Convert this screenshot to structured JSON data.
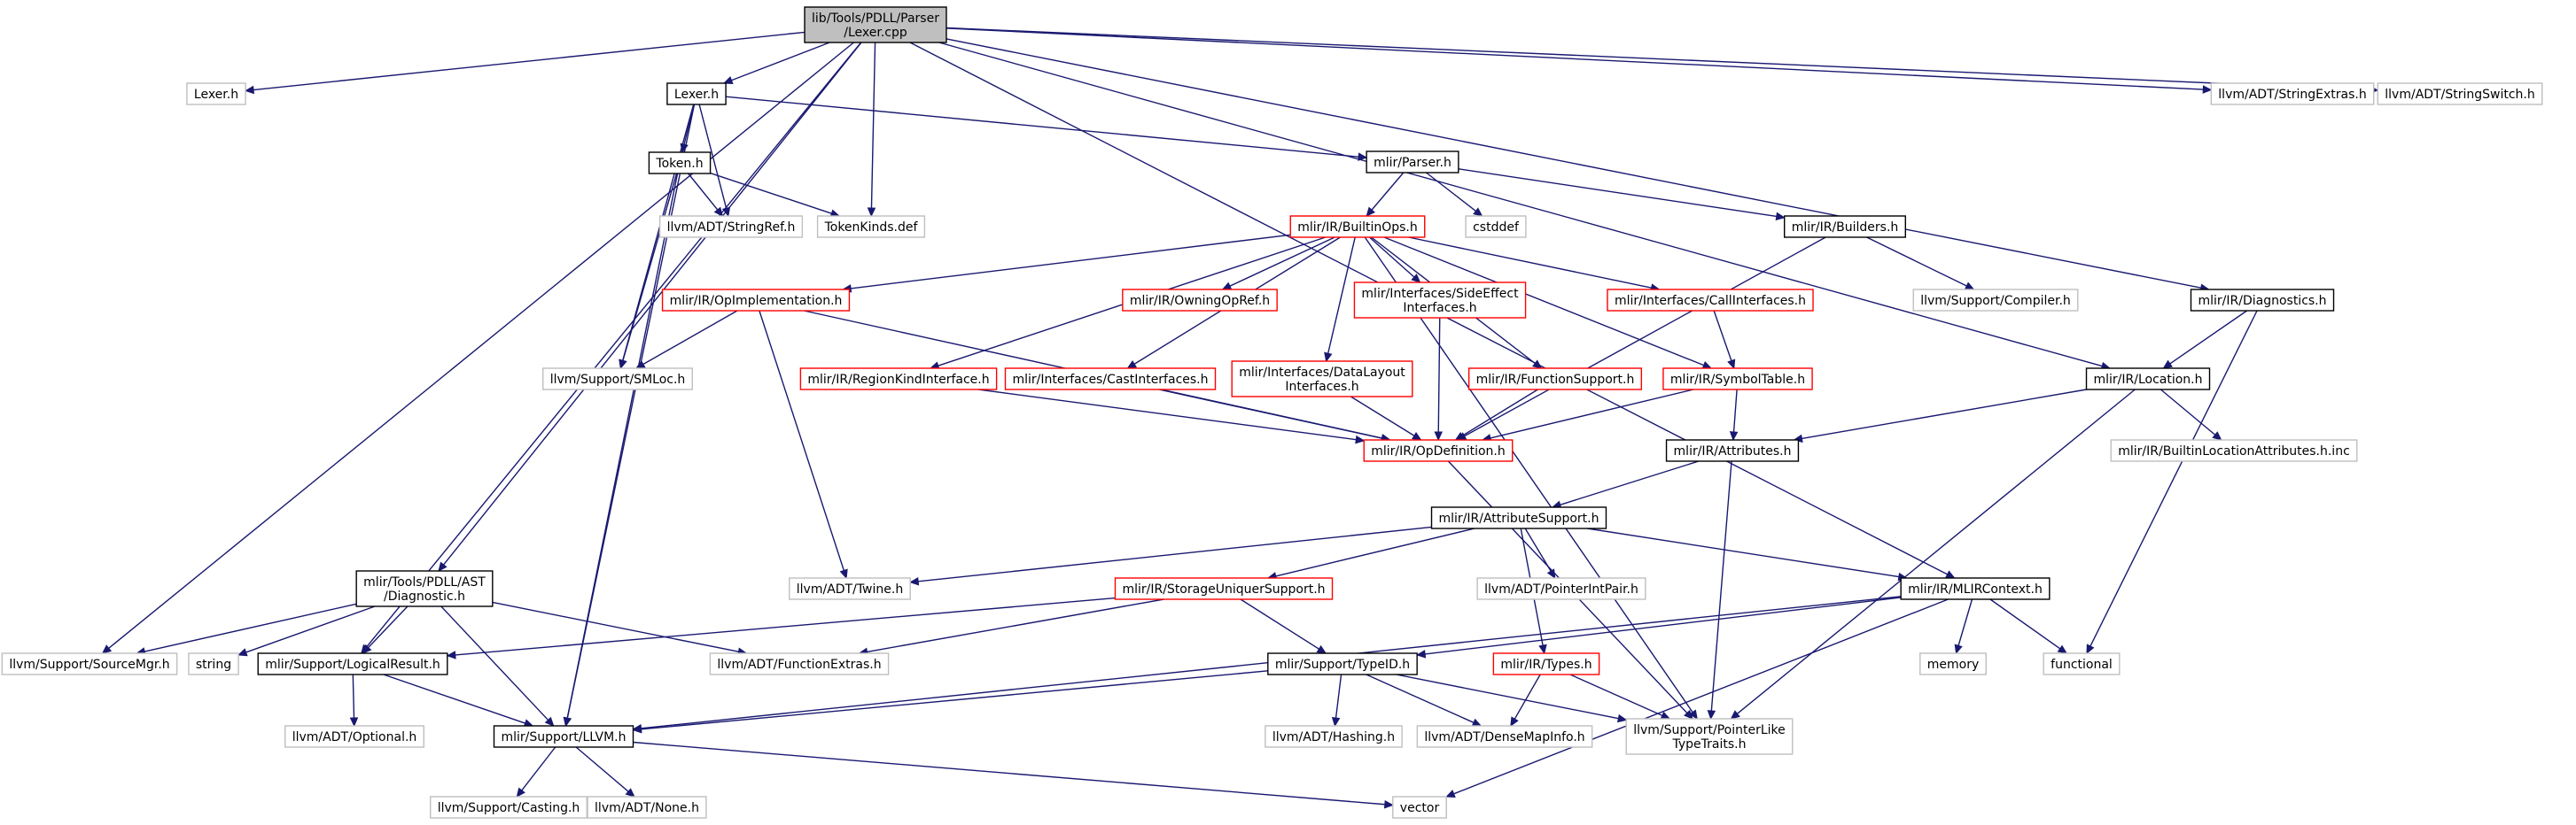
{
  "title": "lib/Tools/PDLL/Parser/Lexer.cpp",
  "colors": {
    "root_fill": "#bfbfbf",
    "normal_border": "#000000",
    "external_border": "#bfbfbf",
    "truncated_border": "#ff0000",
    "edge": "#191970"
  },
  "nodes": [
    {
      "id": "root",
      "lines": [
        "lib/Tools/PDLL/Parser",
        "/Lexer.cpp"
      ],
      "style": "root"
    },
    {
      "id": "lexer_h_ext",
      "lines": [
        "Lexer.h"
      ],
      "style": "external"
    },
    {
      "id": "lexer_h",
      "lines": [
        "Lexer.h"
      ],
      "style": "normal"
    },
    {
      "id": "token_h",
      "lines": [
        "Token.h"
      ],
      "style": "normal"
    },
    {
      "id": "stringref",
      "lines": [
        "llvm/ADT/StringRef.h"
      ],
      "style": "external"
    },
    {
      "id": "tokenkinds",
      "lines": [
        "TokenKinds.def"
      ],
      "style": "external"
    },
    {
      "id": "mlir_parser",
      "lines": [
        "mlir/Parser.h"
      ],
      "style": "normal"
    },
    {
      "id": "cstddef",
      "lines": [
        "cstddef"
      ],
      "style": "external"
    },
    {
      "id": "builtinops",
      "lines": [
        "mlir/IR/BuiltinOps.h"
      ],
      "style": "truncated"
    },
    {
      "id": "builders",
      "lines": [
        "mlir/IR/Builders.h"
      ],
      "style": "normal"
    },
    {
      "id": "opimpl",
      "lines": [
        "mlir/IR/OpImplementation.h"
      ],
      "style": "truncated"
    },
    {
      "id": "owningopref",
      "lines": [
        "mlir/IR/OwningOpRef.h"
      ],
      "style": "truncated"
    },
    {
      "id": "sideeffect",
      "lines": [
        "mlir/Interfaces/SideEffect",
        "Interfaces.h"
      ],
      "style": "truncated"
    },
    {
      "id": "callif",
      "lines": [
        "mlir/Interfaces/CallInterfaces.h"
      ],
      "style": "truncated"
    },
    {
      "id": "compiler",
      "lines": [
        "llvm/Support/Compiler.h"
      ],
      "style": "external"
    },
    {
      "id": "diagnostics",
      "lines": [
        "mlir/IR/Diagnostics.h"
      ],
      "style": "normal"
    },
    {
      "id": "smloc",
      "lines": [
        "llvm/Support/SMLoc.h"
      ],
      "style": "external"
    },
    {
      "id": "regionkind",
      "lines": [
        "mlir/IR/RegionKindInterface.h"
      ],
      "style": "truncated"
    },
    {
      "id": "castif",
      "lines": [
        "mlir/Interfaces/CastInterfaces.h"
      ],
      "style": "truncated"
    },
    {
      "id": "datalayout",
      "lines": [
        "mlir/Interfaces/DataLayout",
        "Interfaces.h"
      ],
      "style": "truncated"
    },
    {
      "id": "funcsupport",
      "lines": [
        "mlir/IR/FunctionSupport.h"
      ],
      "style": "truncated"
    },
    {
      "id": "symboltable",
      "lines": [
        "mlir/IR/SymbolTable.h"
      ],
      "style": "truncated"
    },
    {
      "id": "location",
      "lines": [
        "mlir/IR/Location.h"
      ],
      "style": "normal"
    },
    {
      "id": "stringextras",
      "lines": [
        "llvm/ADT/StringExtras.h"
      ],
      "style": "external"
    },
    {
      "id": "stringswitch",
      "lines": [
        "llvm/ADT/StringSwitch.h"
      ],
      "style": "external"
    },
    {
      "id": "opdef",
      "lines": [
        "mlir/IR/OpDefinition.h"
      ],
      "style": "truncated"
    },
    {
      "id": "attributes",
      "lines": [
        "mlir/IR/Attributes.h"
      ],
      "style": "normal"
    },
    {
      "id": "builtinlocattr",
      "lines": [
        "mlir/IR/BuiltinLocationAttributes.h.inc"
      ],
      "style": "external"
    },
    {
      "id": "attrsupport",
      "lines": [
        "mlir/IR/AttributeSupport.h"
      ],
      "style": "normal"
    },
    {
      "id": "twine",
      "lines": [
        "llvm/ADT/Twine.h"
      ],
      "style": "external"
    },
    {
      "id": "storageuniquer",
      "lines": [
        "mlir/IR/StorageUniquerSupport.h"
      ],
      "style": "truncated"
    },
    {
      "id": "pointerintpair",
      "lines": [
        "llvm/ADT/PointerIntPair.h"
      ],
      "style": "external"
    },
    {
      "id": "mlircontext",
      "lines": [
        "mlir/IR/MLIRContext.h"
      ],
      "style": "normal"
    },
    {
      "id": "astdiag",
      "lines": [
        "mlir/Tools/PDLL/AST",
        "/Diagnostic.h"
      ],
      "style": "normal"
    },
    {
      "id": "sourcemgr",
      "lines": [
        "llvm/Support/SourceMgr.h"
      ],
      "style": "external"
    },
    {
      "id": "string",
      "lines": [
        "string"
      ],
      "style": "external"
    },
    {
      "id": "logicalresult",
      "lines": [
        "mlir/Support/LogicalResult.h"
      ],
      "style": "normal"
    },
    {
      "id": "functionextras",
      "lines": [
        "llvm/ADT/FunctionExtras.h"
      ],
      "style": "external"
    },
    {
      "id": "typeid",
      "lines": [
        "mlir/Support/TypeID.h"
      ],
      "style": "normal"
    },
    {
      "id": "types",
      "lines": [
        "mlir/IR/Types.h"
      ],
      "style": "truncated"
    },
    {
      "id": "memory",
      "lines": [
        "memory"
      ],
      "style": "external"
    },
    {
      "id": "functional",
      "lines": [
        "functional"
      ],
      "style": "external"
    },
    {
      "id": "optional",
      "lines": [
        "llvm/ADT/Optional.h"
      ],
      "style": "external"
    },
    {
      "id": "llvm_h",
      "lines": [
        "mlir/Support/LLVM.h"
      ],
      "style": "normal"
    },
    {
      "id": "hashing",
      "lines": [
        "llvm/ADT/Hashing.h"
      ],
      "style": "external"
    },
    {
      "id": "densemapinfo",
      "lines": [
        "llvm/ADT/DenseMapInfo.h"
      ],
      "style": "external"
    },
    {
      "id": "pointerlike",
      "lines": [
        "llvm/Support/PointerLike",
        "TypeTraits.h"
      ],
      "style": "external"
    },
    {
      "id": "casting",
      "lines": [
        "llvm/Support/Casting.h"
      ],
      "style": "external"
    },
    {
      "id": "none",
      "lines": [
        "llvm/ADT/None.h"
      ],
      "style": "external"
    },
    {
      "id": "vector",
      "lines": [
        "vector"
      ],
      "style": "external"
    }
  ],
  "edges": [
    [
      "root",
      "lexer_h_ext"
    ],
    [
      "root",
      "lexer_h"
    ],
    [
      "root",
      "tokenkinds"
    ],
    [
      "root",
      "sourcemgr"
    ],
    [
      "root",
      "logicalresult"
    ],
    [
      "root",
      "astdiag"
    ],
    [
      "root",
      "mlircontext"
    ],
    [
      "root",
      "location"
    ],
    [
      "root",
      "diagnostics"
    ],
    [
      "root",
      "stringextras"
    ],
    [
      "root",
      "stringswitch"
    ],
    [
      "lexer_h",
      "token_h"
    ],
    [
      "lexer_h",
      "stringref"
    ],
    [
      "lexer_h",
      "mlir_parser"
    ],
    [
      "lexer_h",
      "smloc"
    ],
    [
      "lexer_h",
      "llvm_h"
    ],
    [
      "token_h",
      "stringref"
    ],
    [
      "token_h",
      "tokenkinds"
    ],
    [
      "token_h",
      "smloc"
    ],
    [
      "token_h",
      "llvm_h"
    ],
    [
      "mlir_parser",
      "builtinops"
    ],
    [
      "mlir_parser",
      "cstddef"
    ],
    [
      "mlir_parser",
      "builders"
    ],
    [
      "builtinops",
      "opimpl"
    ],
    [
      "builtinops",
      "owningopref"
    ],
    [
      "builtinops",
      "sideeffect"
    ],
    [
      "builtinops",
      "callif"
    ],
    [
      "builtinops",
      "regionkind"
    ],
    [
      "builtinops",
      "castif"
    ],
    [
      "builtinops",
      "datalayout"
    ],
    [
      "builtinops",
      "funcsupport"
    ],
    [
      "builtinops",
      "symboltable"
    ],
    [
      "builtinops",
      "pointerlike"
    ],
    [
      "builders",
      "compiler"
    ],
    [
      "builders",
      "opdef"
    ],
    [
      "opimpl",
      "smloc"
    ],
    [
      "opimpl",
      "opdef"
    ],
    [
      "opimpl",
      "twine"
    ],
    [
      "sideeffect",
      "opdef"
    ],
    [
      "callif",
      "symboltable"
    ],
    [
      "regionkind",
      "opdef"
    ],
    [
      "castif",
      "opdef"
    ],
    [
      "datalayout",
      "opdef"
    ],
    [
      "funcsupport",
      "opdef"
    ],
    [
      "symboltable",
      "opdef"
    ],
    [
      "symboltable",
      "attributes"
    ],
    [
      "diagnostics",
      "location"
    ],
    [
      "diagnostics",
      "functional"
    ],
    [
      "location",
      "attributes"
    ],
    [
      "location",
      "builtinlocattr"
    ],
    [
      "location",
      "pointerlike"
    ],
    [
      "opdef",
      "pointerlike"
    ],
    [
      "attributes",
      "attrsupport"
    ],
    [
      "attributes",
      "pointerlike"
    ],
    [
      "attrsupport",
      "twine"
    ],
    [
      "attrsupport",
      "storageuniquer"
    ],
    [
      "attrsupport",
      "pointerintpair"
    ],
    [
      "attrsupport",
      "mlircontext"
    ],
    [
      "attrsupport",
      "types"
    ],
    [
      "storageuniquer",
      "logicalresult"
    ],
    [
      "storageuniquer",
      "functionextras"
    ],
    [
      "storageuniquer",
      "typeid"
    ],
    [
      "mlircontext",
      "typeid"
    ],
    [
      "mlircontext",
      "memory"
    ],
    [
      "mlircontext",
      "functional"
    ],
    [
      "mlircontext",
      "vector"
    ],
    [
      "mlircontext",
      "llvm_h"
    ],
    [
      "astdiag",
      "sourcemgr"
    ],
    [
      "astdiag",
      "string"
    ],
    [
      "astdiag",
      "logicalresult"
    ],
    [
      "astdiag",
      "functionextras"
    ],
    [
      "astdiag",
      "llvm_h"
    ],
    [
      "logicalresult",
      "optional"
    ],
    [
      "logicalresult",
      "llvm_h"
    ],
    [
      "typeid",
      "llvm_h"
    ],
    [
      "typeid",
      "hashing"
    ],
    [
      "typeid",
      "densemapinfo"
    ],
    [
      "typeid",
      "pointerlike"
    ],
    [
      "types",
      "densemapinfo"
    ],
    [
      "types",
      "pointerlike"
    ],
    [
      "llvm_h",
      "casting"
    ],
    [
      "llvm_h",
      "none"
    ],
    [
      "llvm_h",
      "vector"
    ]
  ]
}
